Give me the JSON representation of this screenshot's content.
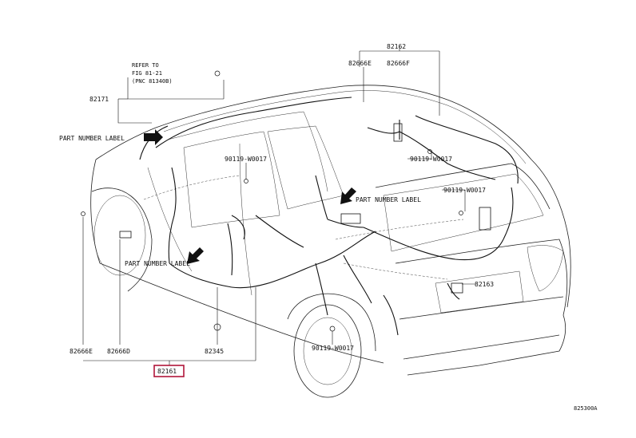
{
  "labels": {
    "part_82162": "82162",
    "part_82666e_top": "82666E",
    "part_82666f": "82666F",
    "refer_to_line1": "REFER TO",
    "refer_to_line2": "FIG 81-21",
    "refer_to_line3": "(PNC 81340B)",
    "part_82171": "82171",
    "part_number_label_1": "PART NUMBER LABEL",
    "bolt_1": "90119-W0017",
    "bolt_2": "90119-W0017",
    "part_number_label_2": "PART NUMBER LABEL",
    "bolt_3": "90119-W0017",
    "part_number_label_3": "PART NUMBER LABEL",
    "part_82163": "82163",
    "bolt_4": "90119-W0017",
    "part_82666e_bottom": "82666E",
    "part_82666d": "82666D",
    "part_82345": "82345",
    "part_82161": "82161",
    "diagram_code": "825300A"
  },
  "colors": {
    "highlight": "#b0163a",
    "line": "#111111",
    "background": "#ffffff"
  }
}
